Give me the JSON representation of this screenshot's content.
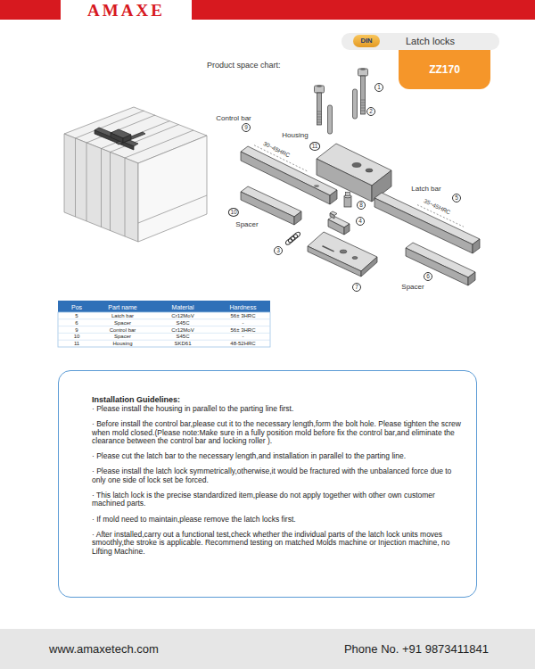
{
  "diagram": {
    "title": "Latch locks",
    "nodes": [
      {
        "text": [
          "AMAXE"
        ]
      },
      {
        "text": [
          "DIN"
        ]
      },
      {
        "text": [
          "ZZ170"
        ]
      },
      {
        "text": [
          "Installation Guidelines:",
          "· Please install the housing in parallel to the parting line first.",
          "· Before install the control bar,please cut it to the necessary length,form the bolt hole. Please tighten the screw when mold closed.(Please note:Make sure in a fully position mold before fix the control bar,and eliminate the clearance between the control bar and locking roller ).",
          "· Please cut the latch bar to the necessary length,and installation in parallel to the parting line.",
          "· Please install the latch lock symmetrically,otherwise,it would be fractured with the unbalanced force due to only one side of lock set be forced.",
          "· This latch lock is the precise standardized item,please do not apply together with other own customer machined parts.",
          "· If mold need to maintain,please remove the latch locks first.",
          "· After installed,carry out a functional test,check whether the individual parts of the latch lock units moves smoothly,the stroke is applicable. Recommend testing on matched Molds machine or Injection machine, no Lifting Machine."
        ]
      },
      {
        "text": [
          "www.amaxetech.com",
          "Phone No. +91 9873411841"
        ]
      }
    ],
    "labels": [
      "Product space chart:",
      "1",
      "2",
      "Control bar",
      "9",
      "Housing",
      "11",
      "30~45HRC",
      "8",
      "Latch bar",
      "5",
      "35~45HRC",
      "10",
      "Spacer",
      "4",
      "3",
      "7",
      "6",
      "Spacer",
      "Pos",
      "Part name",
      "Material",
      "Hardness",
      "5",
      "Latch bar",
      "Cr12MoV",
      "56± 3HRC",
      "6",
      "Spacer",
      "S45C",
      "-",
      "9",
      "Control bar",
      "Cr12MoV",
      "56± 3HRC",
      "10",
      "Spacer",
      "S45C",
      "-",
      "11",
      "Housing",
      "SKD61",
      "48-52HRC"
    ]
  }
}
